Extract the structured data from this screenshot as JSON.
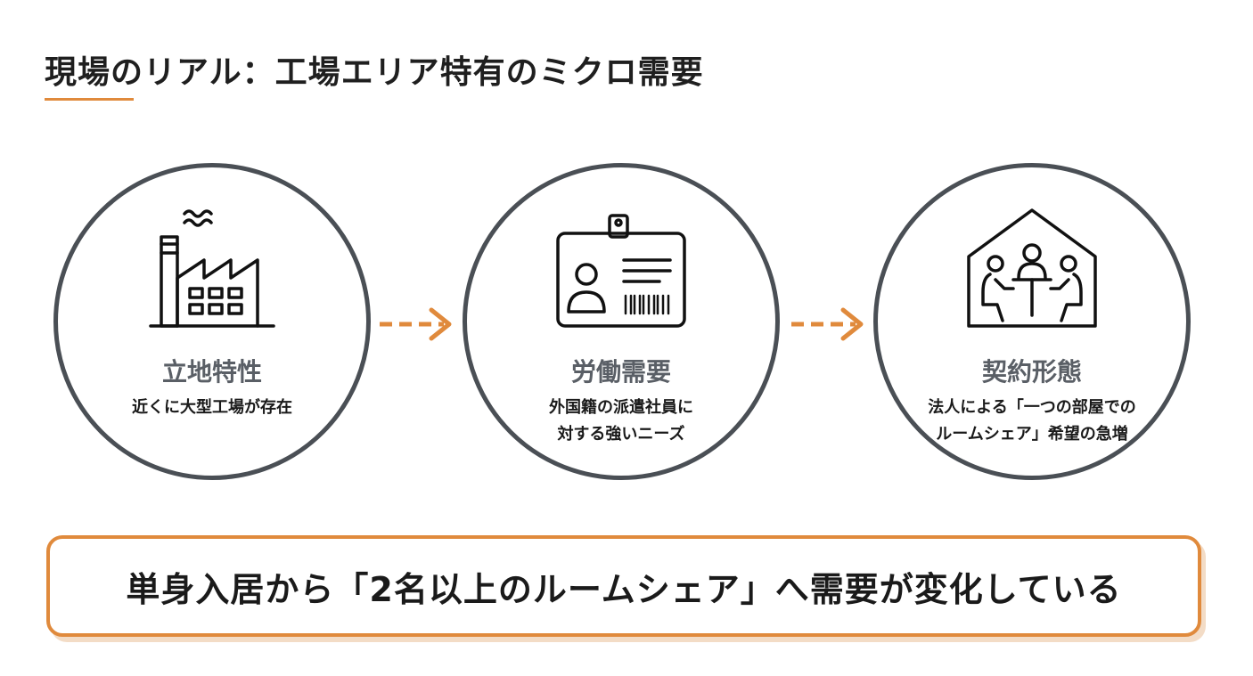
{
  "title": "現場のリアル：工場エリア特有のミクロ需要",
  "accent_color": "#e08a3c",
  "circle_border_color": "#4a4f55",
  "steps": [
    {
      "icon": "factory-icon",
      "heading": "立地特性",
      "desc_lines": [
        "近くに大型工場が存在"
      ]
    },
    {
      "icon": "id-badge-icon",
      "heading": "労働需要",
      "desc_lines": [
        "外国籍の派遣社員に",
        "対する強いニーズ"
      ]
    },
    {
      "icon": "shared-house-icon",
      "heading": "契約形態",
      "desc_lines": [
        "法人による「一つの部屋での",
        "ルームシェア」希望の急増"
      ]
    }
  ],
  "summary": "単身入居から「2名以上のルームシェア」へ需要が変化している"
}
